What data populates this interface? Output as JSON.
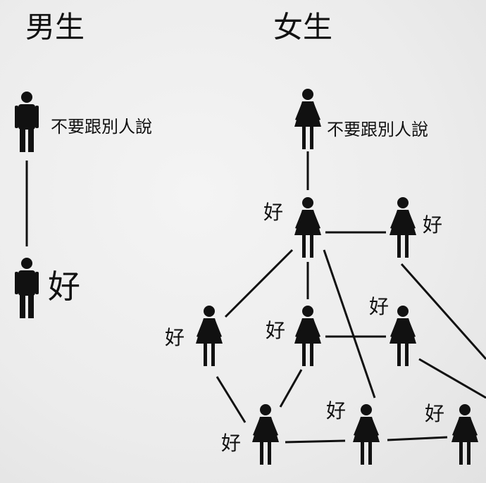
{
  "male": {
    "title": "男生",
    "first_says": "不要跟別人說",
    "second_says": "好"
  },
  "female": {
    "title": "女生",
    "first_says": "不要跟別人說",
    "replies": [
      "好",
      "好",
      "好",
      "好",
      "好",
      "好",
      "好",
      "好"
    ]
  },
  "colors": {
    "figure": "#111111",
    "line": "#111111"
  }
}
